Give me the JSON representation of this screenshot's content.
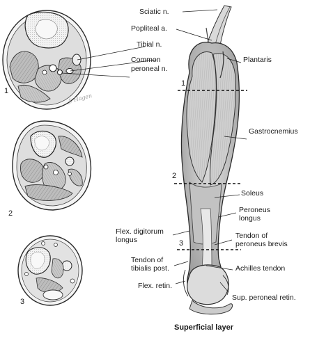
{
  "caption": "Superficial layer",
  "signature": "J. Hagen",
  "section_numbers": [
    "1",
    "2",
    "3"
  ],
  "level_numbers": [
    "1",
    "2",
    "3"
  ],
  "labels": {
    "sciatic": "Sciatic n.",
    "popliteal": "Popliteal a.",
    "tibial": "Tibial n.",
    "common_peroneal_1": "Common",
    "common_peroneal_2": "peroneal n.",
    "plantaris": "Plantaris",
    "gastrocnemius": "Gastrocnemius",
    "soleus": "Soleus",
    "peroneus_longus_1": "Peroneus",
    "peroneus_longus_2": "longus",
    "flex_digitorum_1": "Flex. digitorum",
    "flex_digitorum_2": "longus",
    "tendon_peroneus_brevis_1": "Tendon of",
    "tendon_peroneus_brevis_2": "peroneus brevis",
    "tendon_tibialis_1": "Tendon of",
    "tendon_tibialis_2": "tibialis post.",
    "achilles": "Achilles tendon",
    "flex_retin": "Flex. retin.",
    "sup_peroneal_retin": "Sup. peroneal retin."
  }
}
